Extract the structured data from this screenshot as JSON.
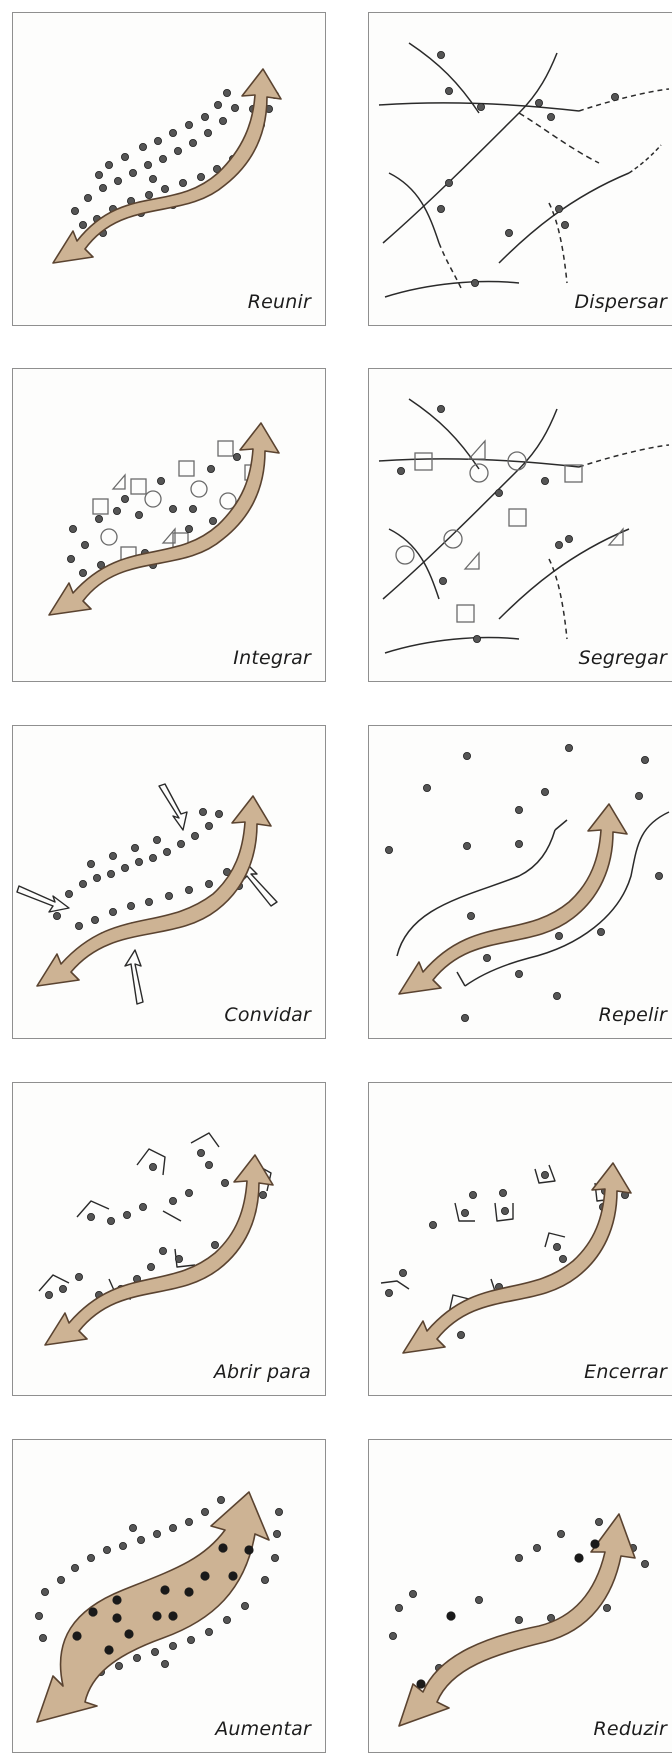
{
  "colors": {
    "arrow_fill": "#cdb394",
    "arrow_stroke": "#5a4330",
    "ink": "#2a2a2a",
    "dot": "#4a4a4a"
  },
  "panels": [
    {
      "label": "Reunir"
    },
    {
      "label": "Dispersar"
    },
    {
      "label": "Integrar"
    },
    {
      "label": "Segregar"
    },
    {
      "label": "Convidar"
    },
    {
      "label": "Repelir"
    },
    {
      "label": "Abrir para"
    },
    {
      "label": "Encerrar"
    },
    {
      "label": "Aumentar"
    },
    {
      "label": "Reduzir"
    }
  ]
}
